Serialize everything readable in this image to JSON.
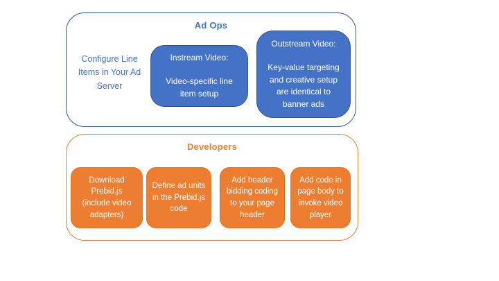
{
  "canvas": {
    "background": "#ffffff"
  },
  "ad_ops": {
    "title": "Ad Ops",
    "accent_color": "#4472C4",
    "outline_color": "#2F5597",
    "side_note": "Configure Line Items in Your Ad Server",
    "boxes": [
      {
        "heading": "Instream Video:",
        "body": "Video-specific line item setup"
      },
      {
        "heading": "Outstream Video:",
        "body": "Key-value targeting and creative setup are identical to banner ads"
      }
    ]
  },
  "developers": {
    "title": "Developers",
    "accent_color": "#ED7D31",
    "outline_color": "#ED7D31",
    "steps": [
      {
        "label": "Download Prebid.js (include video adapters)"
      },
      {
        "label": "Define ad units in the Prebid.js code"
      },
      {
        "label": "Add header bidding coding to your page header"
      },
      {
        "label": "Add code in page body to invoke video player"
      }
    ]
  }
}
